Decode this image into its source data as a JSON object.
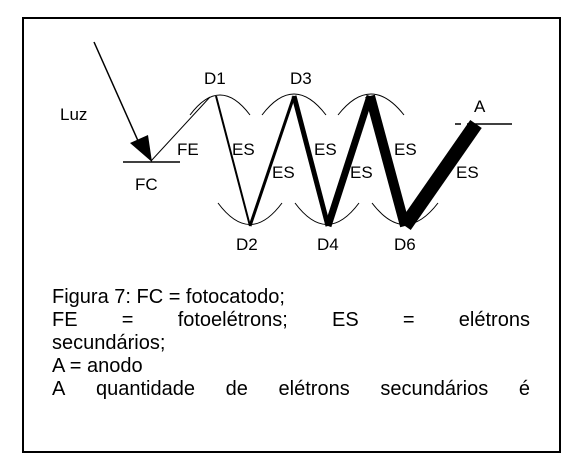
{
  "diagram": {
    "labels": {
      "light": "Luz",
      "photocathode": "FC",
      "photoelectrons": "FE",
      "dynodes": [
        "D1",
        "D2",
        "D3",
        "D4",
        "D6"
      ],
      "secondary": "ES",
      "anode": "A"
    }
  },
  "caption": {
    "line1": "Figura 7: FC = fotocatodo;",
    "line2_parts": [
      "FE",
      "=",
      "fotoelétrons;",
      "ES",
      "=",
      "elétrons"
    ],
    "line3": "secundários;",
    "line4": "A = anodo",
    "line5_parts": [
      "A",
      "quantidade",
      "de",
      "elétrons",
      "secundários",
      "é"
    ]
  }
}
